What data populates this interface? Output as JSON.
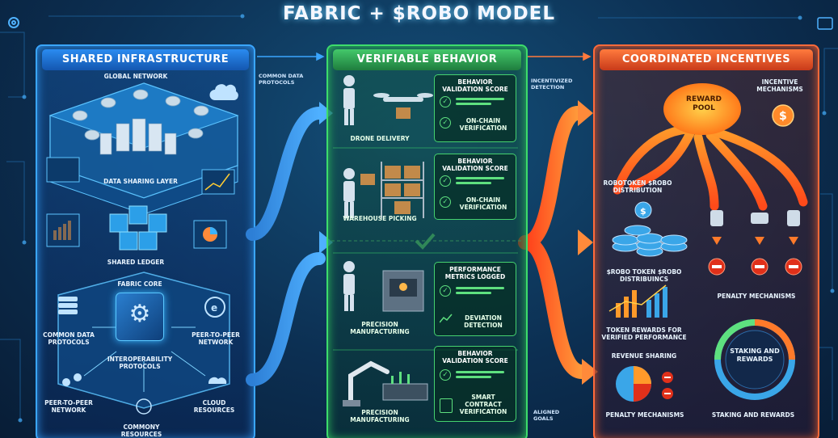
{
  "title": "FABRIC + $ROBO MODEL",
  "colors": {
    "infra": "#3aa6ff",
    "behavior": "#3ddc6b",
    "incentives": "#ff6a3a",
    "arrow_blue": "#3b8fe8",
    "arrow_red": "#ff5a2a"
  },
  "flow_labels": {
    "common_data_protocols": "COMMON DATA PROTOCOLS",
    "incentivized_detection": "INCENTIVIZED DETECTION",
    "aligned_goals": "ALIGNED GOALS"
  },
  "infra": {
    "header": "SHARED INFRASTRUCTURE",
    "global_network": "GLOBAL NETWORK",
    "data_sharing_layer": "DATA SHARING LAYER",
    "shared_ledger": "SHARED LEDGER",
    "fabric_core": "FABRIC CORE",
    "common_data_protocols": "COMMON DATA PROTOCOLS",
    "peer_to_peer_network_right": "PEER-TO-PEER NETWORK",
    "interoperability_protocols": "INTEROPERABILITY PROTOCOLS",
    "peer_to_peer_network_left": "PEER-TO-PEER NETWORK",
    "common_resources": "COMMONY RESOURCES",
    "cloud_resources": "CLOUD RESOURCES"
  },
  "behavior": {
    "header": "VERIFIABLE BEHAVIOR",
    "rows": [
      {
        "scene": "DRONE DELIVERY",
        "card_title": "BEHAVIOR VALIDATION SCORE",
        "card_item": "ON-CHAIN VERIFICATION"
      },
      {
        "scene": "WAREHOUSE PICKING",
        "card_title": "BEHAVIOR VALIDATION SCORE",
        "card_item": "ON-CHAIN VERIFICATION"
      },
      {
        "scene": "PRECISION MANUFACTURING",
        "card_title": "PERFORMANCE METRICS LOGGED",
        "card_item": "DEVIATION DETECTION"
      },
      {
        "scene": "PRECISION MANUFACTURING",
        "card_title": "BEHAVIOR VALIDATION SCORE",
        "card_item": "SMART CONTRACT VERIFICATION"
      }
    ]
  },
  "incentives": {
    "header": "COORDINATED INCENTIVES",
    "reward_pool": "REWARD POOL",
    "incentive_mechanisms": "INCENTIVE MECHANISMS",
    "robotoken_distribution": "ROBOTOKEN $ROBO DISTRIBUTION",
    "token_label": "$ROBO TOKEN $ROBO DISTRIBUINCS",
    "penalty_mechanisms_right": "PENALTY MECHANISMS",
    "token_rewards": "TOKEN REWARDS FOR VERIFIED PERFORMANCE",
    "revenue_sharing": "REVENUE SHARING",
    "staking_center": "STAKING AND REWARDS",
    "penalty_mechanisms_bottom": "PENALTY MECHANISMS",
    "staking_bottom": "STAKING AND REWARDS"
  }
}
